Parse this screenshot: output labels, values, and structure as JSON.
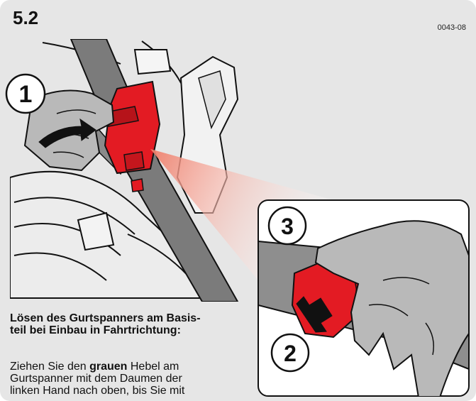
{
  "header": {
    "section_number": "5.2",
    "figure_code": "0043-08"
  },
  "callouts": {
    "step_1": "1",
    "step_2": "2",
    "step_3": "3"
  },
  "instructions": {
    "heading_line_1": "Lösen des Gurtspanners am Basis-",
    "heading_line_2": "teil bei Einbau in Fahrtrichtung:",
    "body_line_1_pre": "Ziehen Sie den ",
    "body_line_1_bold": "grauen",
    "body_line_1_post": " Hebel am",
    "body_line_2": "Gurtspanner mit dem Daumen der",
    "body_line_3": "linken Hand nach oben, bis Sie mit"
  },
  "colors": {
    "tensioner_red": "#e31b23",
    "belt_gray": "#7b7b7b",
    "hand_gray": "#b9b9b9",
    "panel_background": "#e6e6e6"
  }
}
